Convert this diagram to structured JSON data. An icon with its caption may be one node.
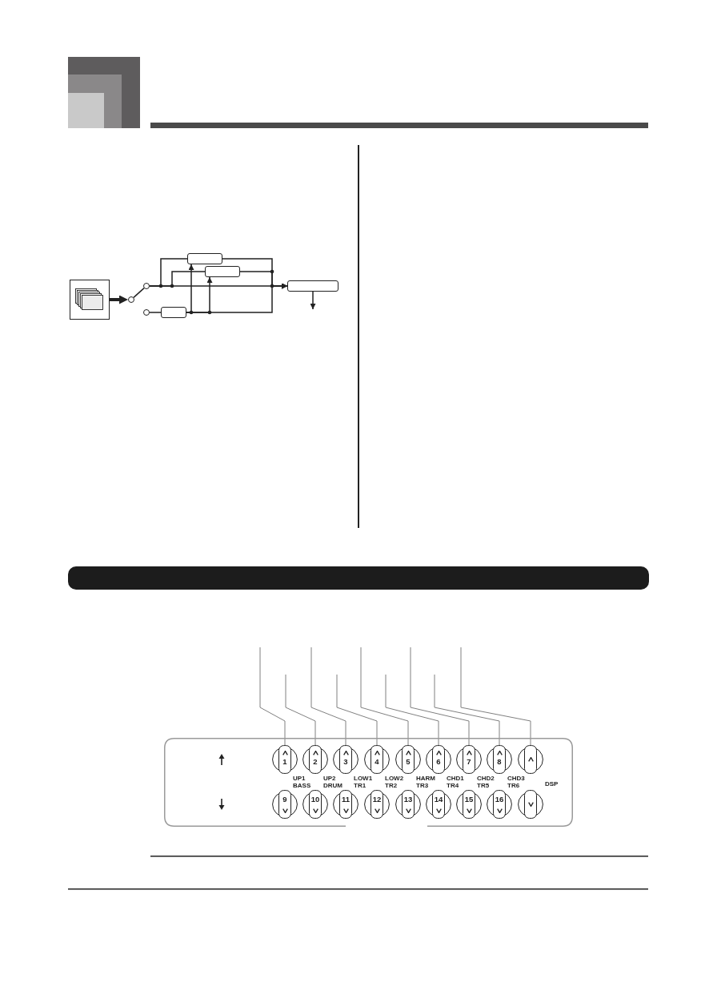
{
  "diagram": {
    "nodes": [
      {
        "text": [],
        "shape": "picture"
      },
      {
        "text": [],
        "shape": "circle"
      },
      {
        "text": [],
        "shape": "circle"
      },
      {
        "text": [],
        "shape": "circle"
      },
      {
        "text": [],
        "shape": "box"
      },
      {
        "text": [],
        "shape": "box"
      },
      {
        "text": [],
        "shape": "box"
      },
      {
        "text": [],
        "shape": "box"
      },
      {
        "text": [],
        "shape": "bar"
      },
      {
        "text": [],
        "shape": "box"
      },
      {
        "text": [
          "1"
        ],
        "in": 9
      },
      {
        "text": [
          "2"
        ],
        "in": 9
      },
      {
        "text": [
          "3"
        ],
        "in": 9
      },
      {
        "text": [
          "4"
        ],
        "in": 9
      },
      {
        "text": [
          "5"
        ],
        "in": 9
      },
      {
        "text": [
          "6"
        ],
        "in": 9
      },
      {
        "text": [
          "7"
        ],
        "in": 9
      },
      {
        "text": [
          "8"
        ],
        "in": 9
      },
      {
        "text": [],
        "shape": "button",
        "in": 9
      },
      {
        "text": [
          "9"
        ],
        "in": 9
      },
      {
        "text": [
          "10"
        ],
        "in": 9
      },
      {
        "text": [
          "11"
        ],
        "in": 9
      },
      {
        "text": [
          "12"
        ],
        "in": 9
      },
      {
        "text": [
          "13"
        ],
        "in": 9
      },
      {
        "text": [
          "14"
        ],
        "in": 9
      },
      {
        "text": [
          "15"
        ],
        "in": 9
      },
      {
        "text": [
          "16"
        ],
        "in": 9
      },
      {
        "text": [],
        "shape": "button",
        "in": 9
      }
    ],
    "edges": [
      {
        "from": 0,
        "to": 1,
        "arrow": "to",
        "style": "thick"
      },
      {
        "from": 1,
        "to": 2,
        "arrow": "none"
      },
      {
        "from": 2,
        "to": 6,
        "arrow": "to"
      },
      {
        "from": 2,
        "to": 4,
        "arrow": "none"
      },
      {
        "from": 4,
        "to": 6,
        "arrow": "to"
      },
      {
        "from": 2,
        "to": 5,
        "arrow": "none"
      },
      {
        "from": 5,
        "to": 6,
        "arrow": "to"
      },
      {
        "from": 3,
        "to": 7,
        "arrow": "none"
      },
      {
        "from": 7,
        "to": 4,
        "arrow": "to"
      },
      {
        "from": 7,
        "to": 5,
        "arrow": "to"
      },
      {
        "from": 7,
        "to": 6,
        "arrow": "to"
      },
      {
        "from": 6,
        "to": null,
        "arrow": "to"
      },
      {
        "from": null,
        "to": 10,
        "arrow": "none",
        "color": "#808080"
      },
      {
        "from": null,
        "to": 11,
        "arrow": "none",
        "color": "#808080"
      },
      {
        "from": null,
        "to": 12,
        "arrow": "none",
        "color": "#808080"
      },
      {
        "from": null,
        "to": 13,
        "arrow": "none",
        "color": "#808080"
      },
      {
        "from": null,
        "to": 14,
        "arrow": "none",
        "color": "#808080"
      },
      {
        "from": null,
        "to": 15,
        "arrow": "none",
        "color": "#808080"
      },
      {
        "from": null,
        "to": 16,
        "arrow": "none",
        "color": "#808080"
      },
      {
        "from": null,
        "to": 17,
        "arrow": "none",
        "color": "#808080"
      },
      {
        "from": null,
        "to": 18,
        "arrow": "none",
        "color": "#808080"
      }
    ],
    "labels": [
      "UP1 BASS",
      "UP2 DRUM",
      "LOW1 TR1",
      "LOW2 TR2",
      "HARM TR3",
      "CHD1 TR4",
      "CHD2 TR5",
      "CHD3 TR6",
      "DSP"
    ]
  }
}
